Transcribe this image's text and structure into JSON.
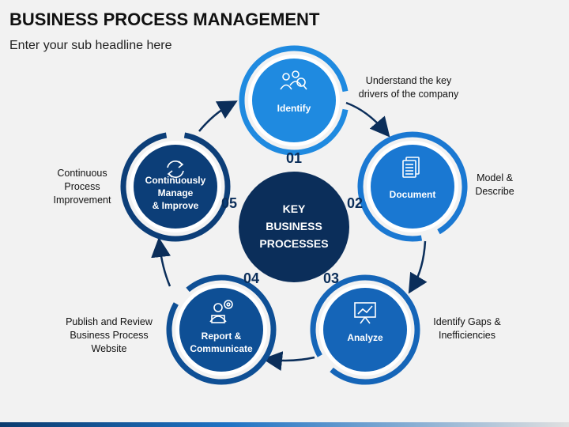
{
  "header": {
    "title": "BUSINESS PROCESS MANAGEMENT",
    "subtitle": "Enter your sub headline here"
  },
  "center": {
    "line1": "KEY",
    "line2": "BUSINESS",
    "line3": "PROCESSES",
    "color": "#0b2e5a"
  },
  "steps": [
    {
      "number": "01",
      "label_lines": [
        "Identify"
      ],
      "description_lines": [
        "Understand the key",
        "drivers of the company"
      ],
      "icon": "people-search-icon",
      "color": "#1f8ae0"
    },
    {
      "number": "02",
      "label_lines": [
        "Document"
      ],
      "description_lines": [
        "Model &",
        "Describe"
      ],
      "icon": "document-icon",
      "color": "#1a78d2"
    },
    {
      "number": "03",
      "label_lines": [
        "Analyze"
      ],
      "description_lines": [
        "Identify Gaps &",
        "Inefficiencies"
      ],
      "icon": "chart-board-icon",
      "color": "#1565b8"
    },
    {
      "number": "04",
      "label_lines": [
        "Report &",
        "Communicate"
      ],
      "description_lines": [
        "Publish and Review",
        "Business Process",
        "Website"
      ],
      "icon": "presenter-icon",
      "color": "#0e4f95"
    },
    {
      "number": "05",
      "label_lines": [
        "Continuously",
        "Manage",
        "& Improve"
      ],
      "description_lines": [
        "Continuous",
        "Process",
        "Improvement"
      ],
      "icon": "refresh-icon",
      "color": "#0c3e78"
    }
  ]
}
